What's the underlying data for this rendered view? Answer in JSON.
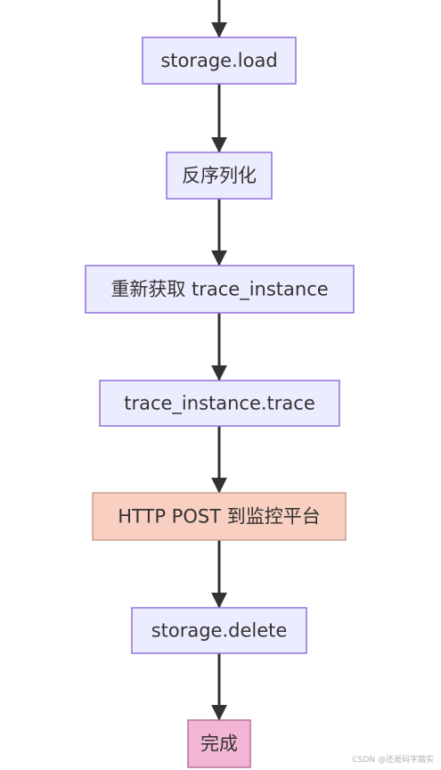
{
  "diagram": {
    "nodes": [
      {
        "id": "n1",
        "label": "storage.load",
        "style": "default"
      },
      {
        "id": "n2",
        "label": "反序列化",
        "style": "default"
      },
      {
        "id": "n3",
        "label": "重新获取 trace_instance",
        "style": "default"
      },
      {
        "id": "n4",
        "label": "trace_instance.trace",
        "style": "default"
      },
      {
        "id": "n5",
        "label": "HTTP POST 到监控平台",
        "style": "highlight-orange"
      },
      {
        "id": "n6",
        "label": "storage.delete",
        "style": "default"
      },
      {
        "id": "n7",
        "label": "完成",
        "style": "highlight-pink"
      }
    ],
    "edges": [
      {
        "from": "start",
        "to": "n1"
      },
      {
        "from": "n1",
        "to": "n2"
      },
      {
        "from": "n2",
        "to": "n3"
      },
      {
        "from": "n3",
        "to": "n4"
      },
      {
        "from": "n4",
        "to": "n5"
      },
      {
        "from": "n5",
        "to": "n6"
      },
      {
        "from": "n6",
        "to": "n7"
      }
    ],
    "colors": {
      "default_fill": "#ECECFF",
      "default_stroke": "#9370DB",
      "orange_fill": "#F8CFC0",
      "orange_stroke": "#C8A08F",
      "pink_fill": "#F2B6D4",
      "pink_stroke": "#B5739D",
      "edge": "#333333",
      "text": "#333333"
    }
  },
  "watermark": "CSDN @还是码字踏实"
}
